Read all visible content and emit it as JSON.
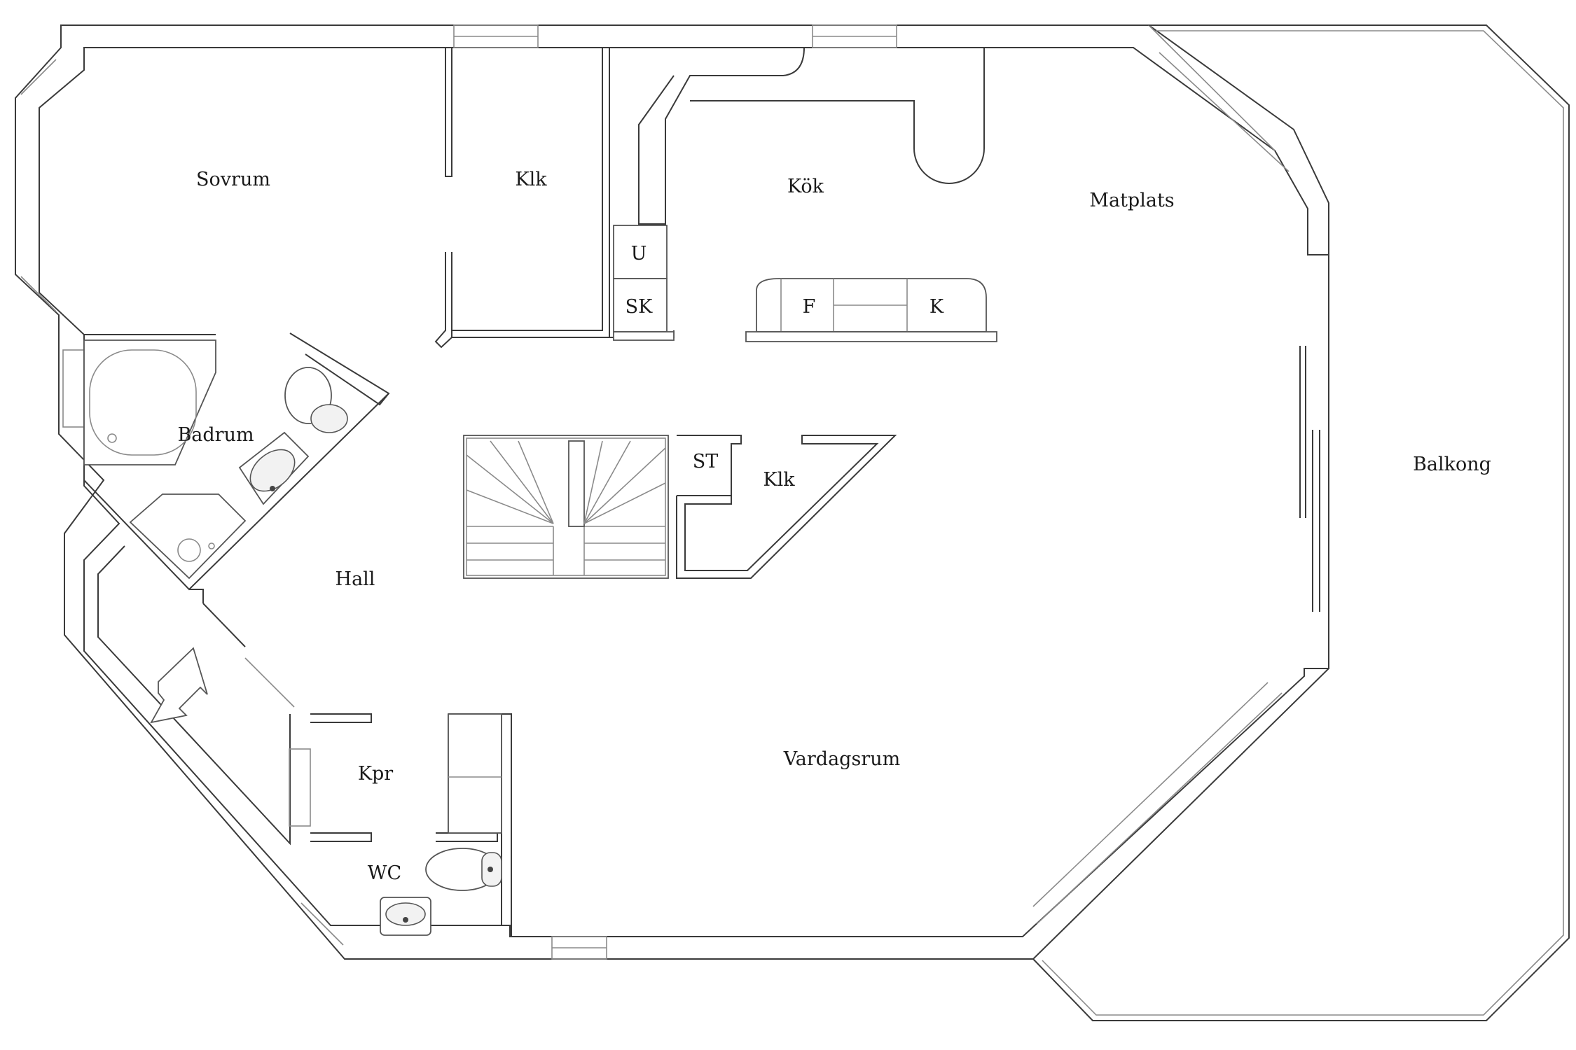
{
  "rooms": {
    "sovrum": "Sovrum",
    "klk_top": "Klk",
    "kok": "Kök",
    "matplats": "Matplats",
    "badrum": "Badrum",
    "hall": "Hall",
    "klk_mid": "Klk",
    "balkong": "Balkong",
    "kpr": "Kpr",
    "vardagsrum": "Vardagsrum",
    "wc": "WC"
  },
  "fixtures": {
    "u": "U",
    "sk": "SK",
    "f": "F",
    "k": "K",
    "st": "ST"
  },
  "icons": [
    "entrance-arrow-icon",
    "bathtub-icon",
    "toilet-icon",
    "sink-icon",
    "shower-icon",
    "staircase-icon"
  ]
}
